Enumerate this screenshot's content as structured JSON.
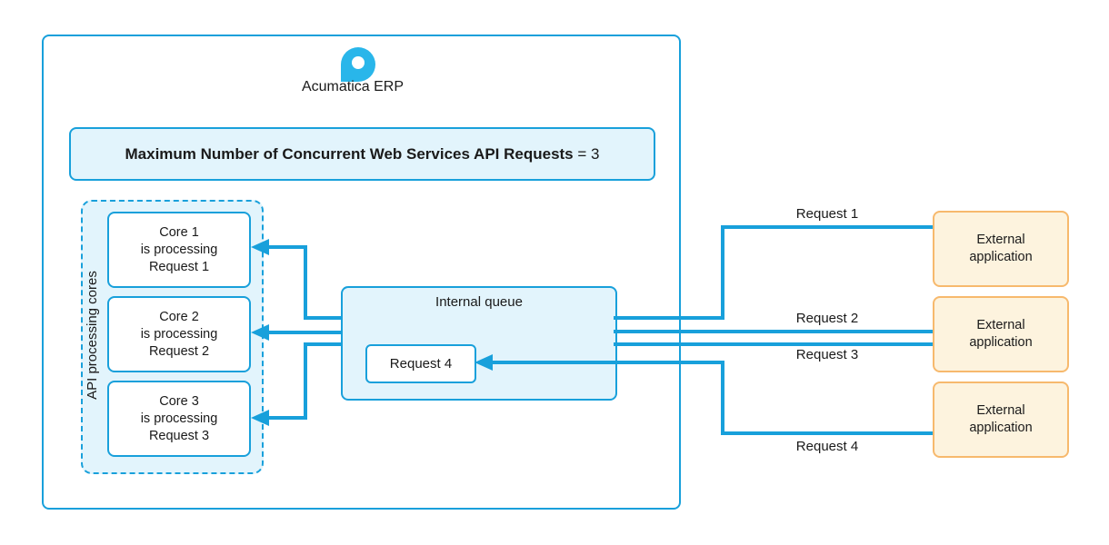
{
  "colors": {
    "line": "#18A0DB",
    "light_fill": "#E2F4FC",
    "ext_fill": "#FDF3DE",
    "ext_border": "#F7B96D",
    "logo": "#29B6EA",
    "ink": "#1A1A1A"
  },
  "erp": {
    "title": "Acumatica ERP"
  },
  "banner": {
    "text_bold": "Maximum Number of Concurrent Web Services API Requests",
    "text_normal": " = 3"
  },
  "cores_panel": {
    "label": "API processing cores",
    "cores": [
      {
        "line1": "Core 1",
        "line2": "is processing",
        "line3": "Request 1"
      },
      {
        "line1": "Core 2",
        "line2": "is processing",
        "line3": "Request 2"
      },
      {
        "line1": "Core 3",
        "line2": "is processing",
        "line3": "Request 3"
      }
    ]
  },
  "queue": {
    "label": "Internal queue",
    "item_label": "Request 4"
  },
  "external_apps": [
    {
      "line1": "External",
      "line2": "application"
    },
    {
      "line1": "External",
      "line2": "application"
    },
    {
      "line1": "External",
      "line2": "application"
    }
  ],
  "flow_labels": [
    "Request 1",
    "Request 2",
    "Request 3",
    "Request 4"
  ]
}
